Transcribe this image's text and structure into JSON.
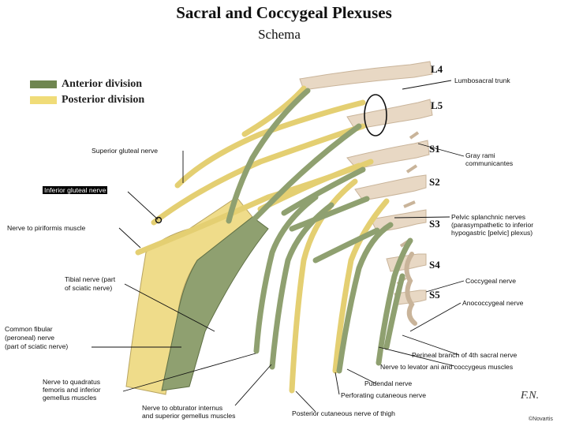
{
  "title": "Sacral and Coccygeal Plexuses",
  "subtitle": "Schema",
  "legend": [
    {
      "label": "Anterior division",
      "color": "#6f8650"
    },
    {
      "label": "Posterior division",
      "color": "#f0dc78"
    }
  ],
  "colors": {
    "anterior": "#8fa070",
    "posterior": "#efdc8a",
    "root": "#e8d8c4"
  },
  "segments": [
    "L4",
    "L5",
    "S1",
    "S2",
    "S3",
    "S4",
    "S5"
  ],
  "labels": {
    "lumbosacral_trunk": "Lumbosacral trunk",
    "gray_rami_1": "Gray rami",
    "gray_rami_2": "communicantes",
    "pelvic_splanchnic_1": "Pelvic splanchnic nerves",
    "pelvic_splanchnic_2": "(parasympathetic to inferior",
    "pelvic_splanchnic_3": "hypogastric [pelvic] plexus)",
    "coccygeal": "Coccygeal nerve",
    "anococcygeal": "Anococcygeal nerve",
    "perineal_branch": "Perineal branch of 4th sacral nerve",
    "levator_ani": "Nerve to levator ani and coccygeus muscles",
    "pudendal": "Pudendal nerve",
    "perforating": "Perforating cutaneous nerve",
    "posterior_cutaneous": "Posterior cutaneous nerve of thigh",
    "obturator_internus_1": "Nerve to obturator internus",
    "obturator_internus_2": "and superior gemellus muscles",
    "quadratus_1": "Nerve to quadratus",
    "quadratus_2": "femoris and inferior",
    "quadratus_3": "gemellus muscles",
    "common_fibular_1": "Common fibular",
    "common_fibular_2": "(peroneal) nerve",
    "common_fibular_3": "(part of sciatic nerve)",
    "tibial_1": "Tibial nerve (part",
    "tibial_2": "of sciatic nerve)",
    "piriformis": "Nerve to piriformis muscle",
    "inferior_gluteal": "Inferior gluteal nerve",
    "superior_gluteal": "Superior gluteal nerve"
  },
  "copyright": "©Novartis"
}
